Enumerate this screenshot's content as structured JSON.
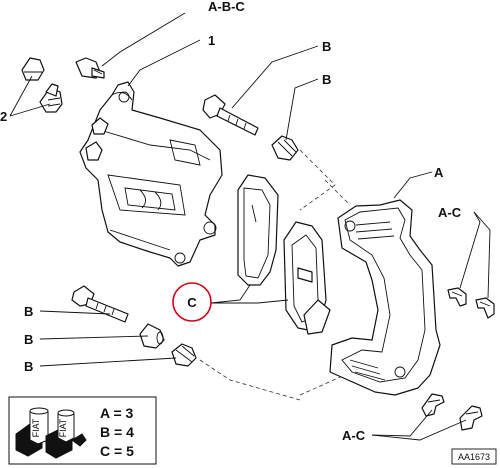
{
  "labels": {
    "abc_top": "A-B-C",
    "one": "1",
    "two": "2",
    "b_pin_top": "B",
    "b_boot_top": "B",
    "a_bracket": "A",
    "ac_right": "A-C",
    "ac_bottom": "A-C",
    "c_circle": "C",
    "b_left_1": "B",
    "b_left_2": "B",
    "b_left_3": "B"
  },
  "legend": {
    "rows": [
      "A = 3",
      "B = 4",
      "C = 5"
    ],
    "icon_text": [
      "FIAT",
      "FIAT"
    ]
  },
  "ref_code": "AA1673",
  "colors": {
    "highlight_circle": "#d0021b",
    "ink": "#111111"
  }
}
